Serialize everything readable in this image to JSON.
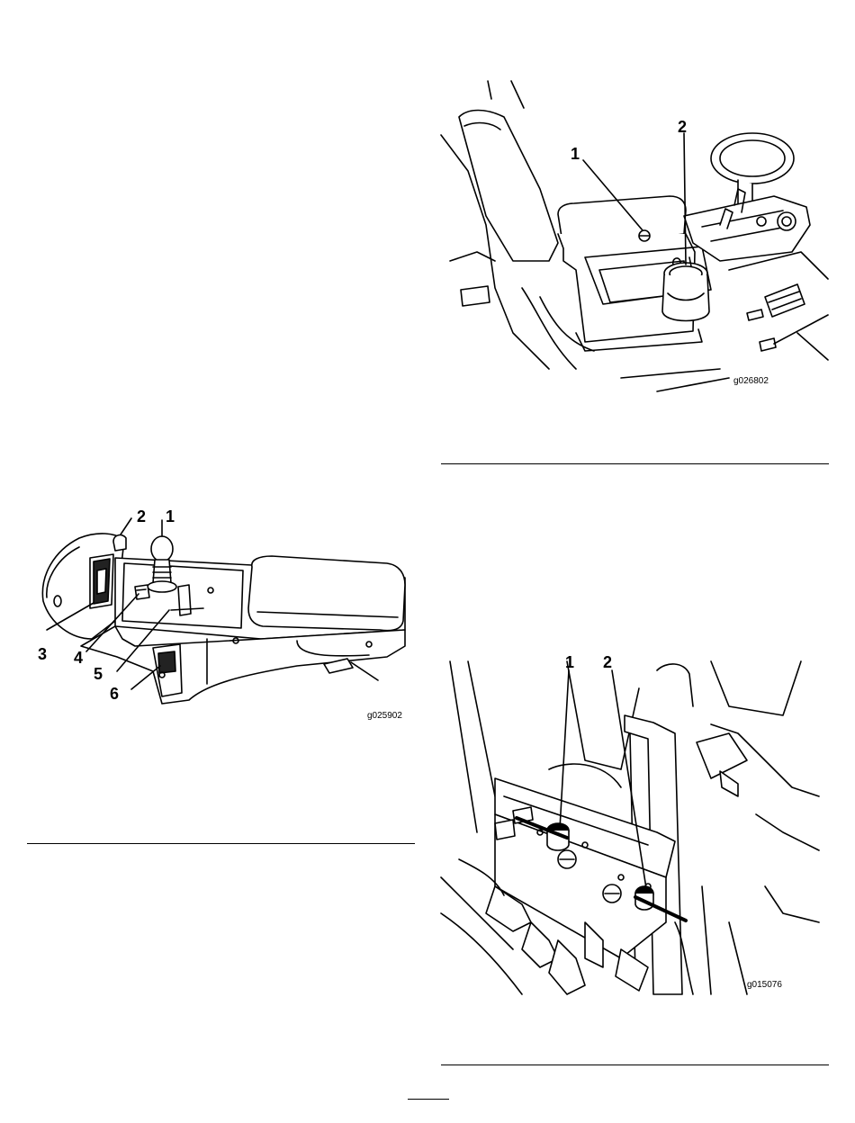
{
  "figures": {
    "console": {
      "code": "g025902",
      "callouts": [
        "1",
        "2",
        "3",
        "4",
        "5",
        "6"
      ]
    },
    "cupholder": {
      "code": "g026802",
      "callouts": [
        "1",
        "2"
      ]
    },
    "valves": {
      "code": "g015076",
      "callouts": [
        "1",
        "2"
      ]
    }
  }
}
